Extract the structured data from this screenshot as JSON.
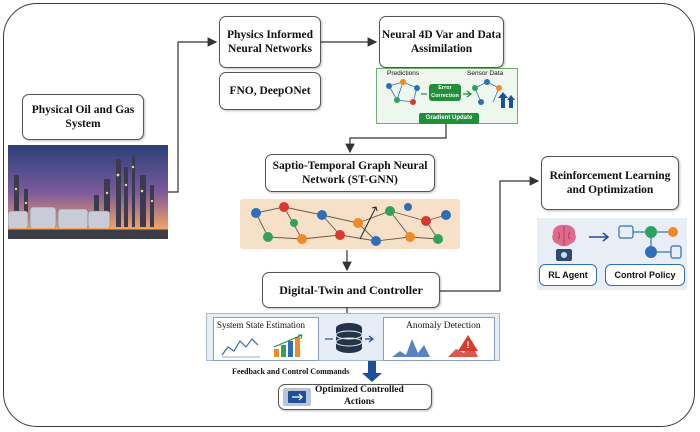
{
  "nodes": {
    "physical_system": {
      "line1": "Physical Oil and Gas",
      "line2": "System"
    },
    "pinn": {
      "line1": "Physics Informed",
      "line2": "Neural Networks"
    },
    "fno": {
      "label": "FNO, DeepONet"
    },
    "var4d": {
      "line1": "Neural 4D Var and Data",
      "line2": "Assimilation"
    },
    "stgnn": {
      "line1": "Saptio-Temporal Graph Neural",
      "line2": "Network (ST-GNN)"
    },
    "rl": {
      "line1": "Reinforcement Learning",
      "line2": "and Optimization"
    },
    "digital_twin": {
      "label": "Digital-Twin and Controller"
    },
    "optimized": {
      "line1": "Optimized Controlled",
      "line2": "Actions"
    }
  },
  "assimilation_panel": {
    "predictions": "Predictions",
    "sensor_data": "Sensor Data",
    "error_correction_1": "Error",
    "error_correction_2": "Correction",
    "gradient_update": "Gradient Update"
  },
  "rl_panel": {
    "agent": "RL Agent",
    "policy": "Control Policy"
  },
  "dt_panel": {
    "state_estimation": "System State Estimation",
    "anomaly_detection": "Anomaly Detection"
  },
  "feedback_label": "Feedback and Control Commands",
  "colors": {
    "green_accent": "#1f8f3a",
    "blue_accent": "#2f6fb7",
    "orange": "#f08a24",
    "red": "#d63b2f",
    "peach_bg": "#f7e0c8"
  }
}
